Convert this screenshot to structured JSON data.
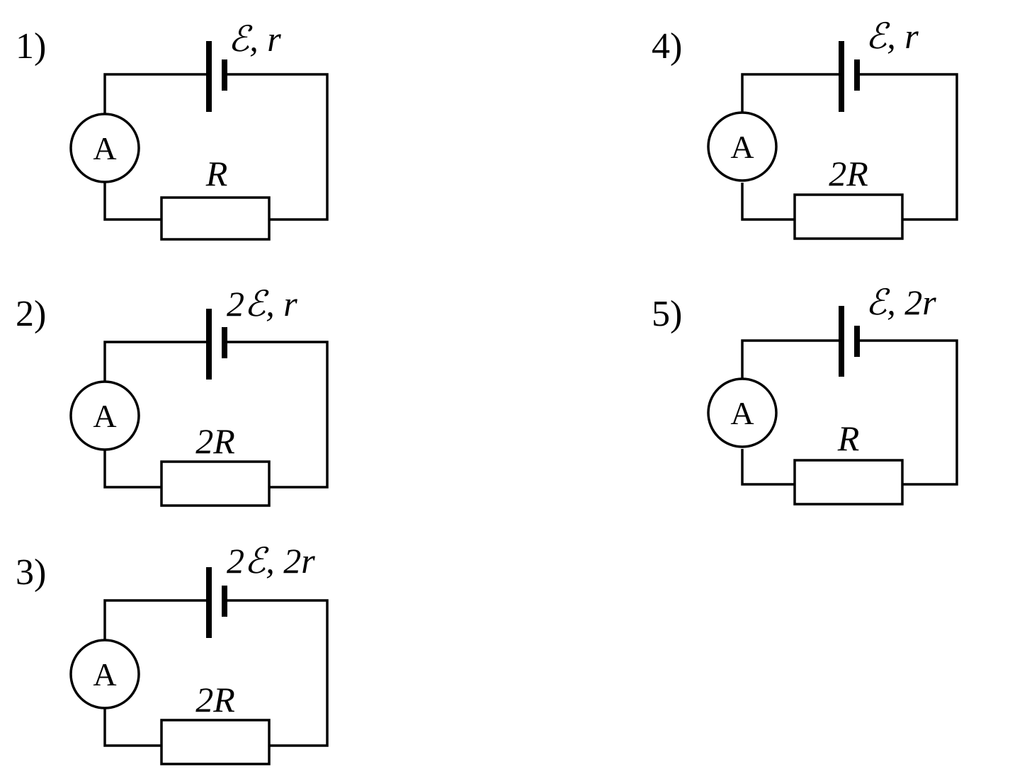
{
  "ammeter_symbol": "A",
  "circuits": [
    {
      "number": "1)",
      "source": "ℰ, r",
      "resistor": "R"
    },
    {
      "number": "2)",
      "source": "2ℰ, r",
      "resistor": "2R"
    },
    {
      "number": "3)",
      "source": "2ℰ, 2r",
      "resistor": "2R"
    },
    {
      "number": "4)",
      "source": "ℰ, r",
      "resistor": "2R"
    },
    {
      "number": "5)",
      "source": "ℰ, 2r",
      "resistor": "R"
    }
  ]
}
